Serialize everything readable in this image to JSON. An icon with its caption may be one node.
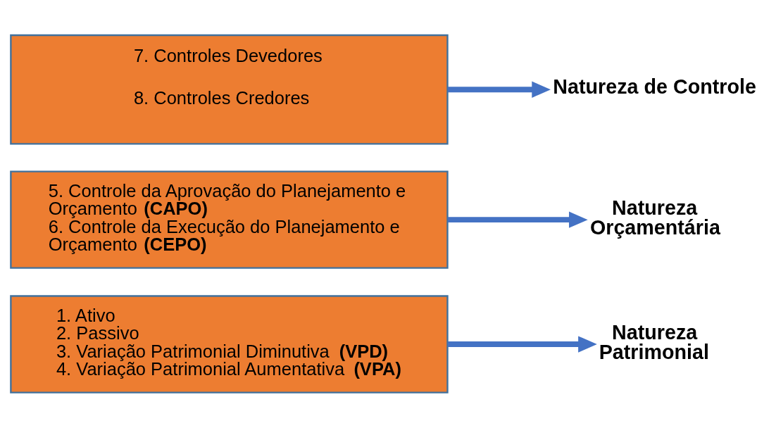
{
  "diagram": {
    "nodes": [
      {
        "text": [
          "1. Ativo",
          "2. Passivo",
          "3. Variação Patrimonial Diminutiva **(VPD)**",
          "4. Variação Patrimonial Aumentativa **(VPA)**"
        ]
      },
      {
        "text": [
          "Natureza Patrimonial"
        ]
      },
      {
        "text": [
          "5. Controle da Aprovação do Planejamento e Orçamento **(CAPO)**",
          "6. Controle da Execução do Planejamento e Orçamento **(CEPO)**"
        ]
      },
      {
        "text": [
          "Natureza Orçamentária"
        ]
      },
      {
        "text": [
          "7. Controles Devedores",
          "8. Controles Credores"
        ]
      },
      {
        "text": [
          "Natureza de Controle"
        ]
      }
    ],
    "edges": [
      {
        "from": 0,
        "to": 1,
        "arrow": "to"
      },
      {
        "from": 2,
        "to": 3,
        "arrow": "to"
      },
      {
        "from": 4,
        "to": 5,
        "arrow": "to"
      }
    ]
  }
}
